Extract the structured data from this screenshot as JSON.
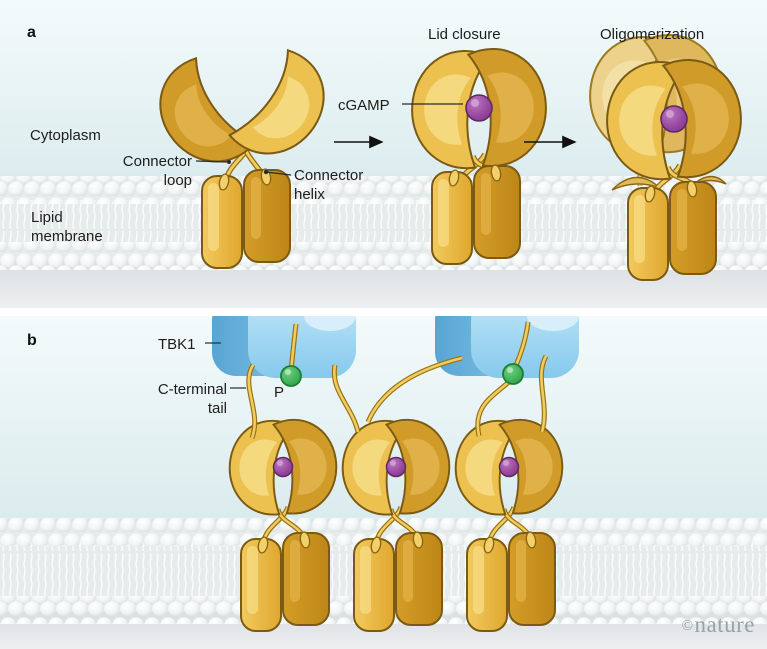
{
  "panel_a": {
    "letter": "a",
    "labels": {
      "cytoplasm": "Cytoplasm",
      "connector_loop_1": "Connector",
      "connector_loop_2": "loop",
      "connector_helix_1": "Connector",
      "connector_helix_2": "helix",
      "lipid_membrane_1": "Lipid",
      "lipid_membrane_2": "membrane",
      "cgamp": "cGAMP",
      "lid_closure": "Lid closure",
      "oligomerization": "Oligomerization"
    }
  },
  "panel_b": {
    "letter": "b",
    "labels": {
      "tbk1": "TBK1",
      "c_terminal_1": "C-terminal",
      "c_terminal_2": "tail",
      "phosphate": "P"
    }
  },
  "watermark": {
    "symbol": "©",
    "name": "nature"
  },
  "colors": {
    "sting_gold_light": "#ecc14f",
    "sting_gold_dark": "#d09b28",
    "sting_outline": "#7a5a14",
    "tbk1_blue_light": "#a8daf3",
    "tbk1_blue_dark": "#5fa9d6",
    "cgamp_purple": "#9b4fa0",
    "phosphate_green": "#3bb252",
    "membrane_head_white": "#ffffff",
    "cytoplasm_cyan": "#cde5e7",
    "label_text": "#1d1d1b"
  }
}
